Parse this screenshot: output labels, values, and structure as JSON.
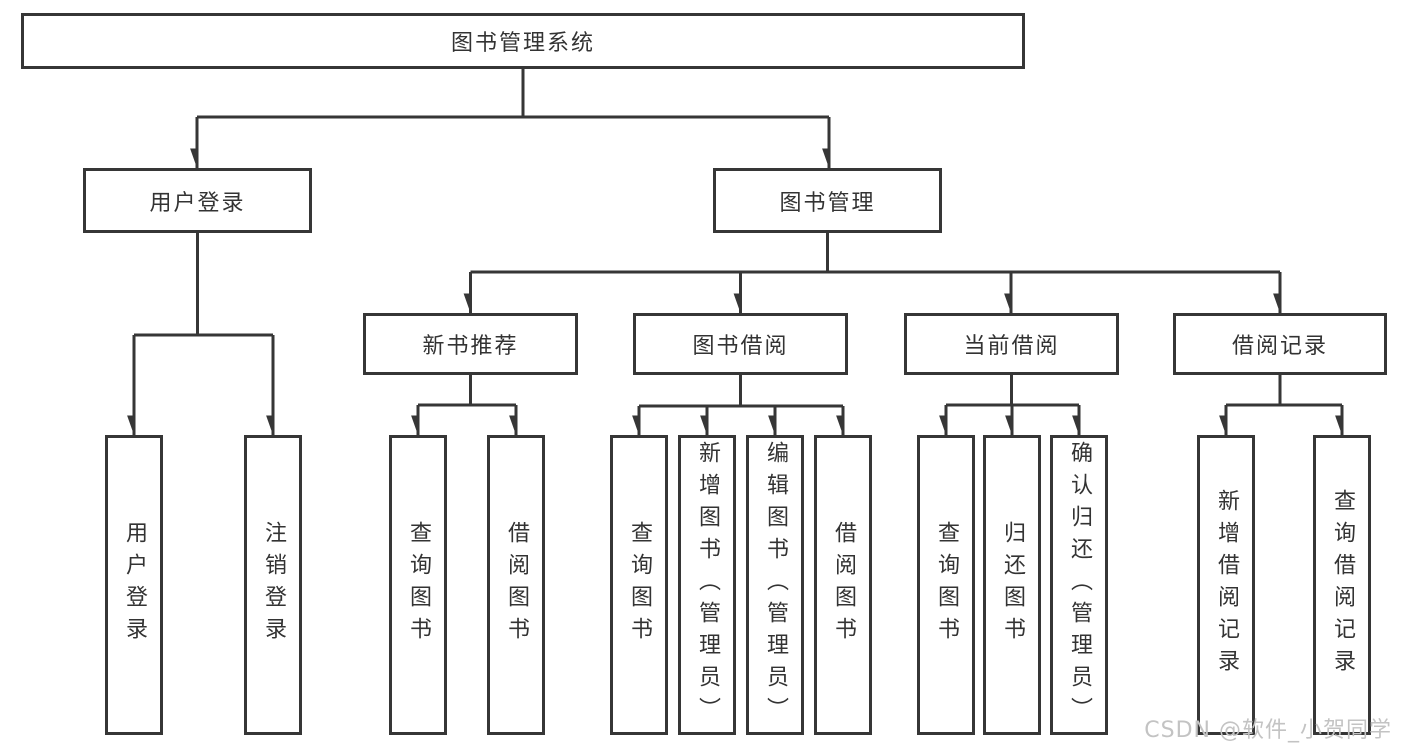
{
  "diagram_type": "hierarchy-tree",
  "tree": {
    "label": "图书管理系统",
    "children": [
      {
        "label": "用户登录",
        "children": [
          {
            "label": "用户登录"
          },
          {
            "label": "注销登录"
          }
        ]
      },
      {
        "label": "图书管理",
        "children": [
          {
            "label": "新书推荐",
            "children": [
              {
                "label": "查询图书"
              },
              {
                "label": "借阅图书"
              }
            ]
          },
          {
            "label": "图书借阅",
            "children": [
              {
                "label": "查询图书"
              },
              {
                "label": "新增图书（管理员）"
              },
              {
                "label": "编辑图书（管理员）"
              },
              {
                "label": "借阅图书"
              }
            ]
          },
          {
            "label": "当前借阅",
            "children": [
              {
                "label": "查询图书"
              },
              {
                "label": "归还图书"
              },
              {
                "label": "确认归还（管理员）"
              }
            ]
          },
          {
            "label": "借阅记录",
            "children": [
              {
                "label": "新增借阅记录"
              },
              {
                "label": "查询借阅记录"
              }
            ]
          }
        ]
      }
    ]
  },
  "watermark": {
    "text": "CSDN @软件_小贺同学"
  },
  "colors": {
    "line": "#363636",
    "box_border": "#363636",
    "text": "#333333",
    "background": "#ffffff",
    "watermark": "#c3c3c3"
  }
}
